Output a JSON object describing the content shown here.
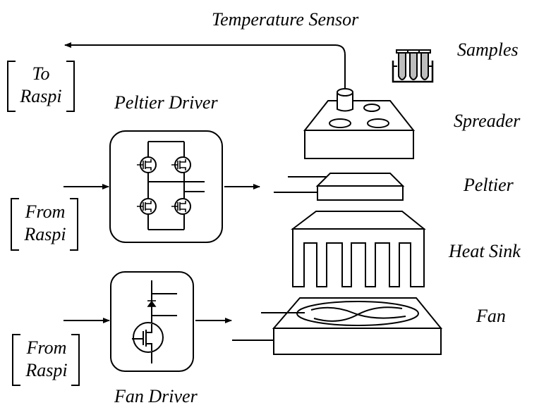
{
  "labels": {
    "temperature_sensor": "Temperature Sensor",
    "samples": "Samples",
    "to_raspi_line1": "To",
    "to_raspi_line2": "Raspi",
    "peltier_driver": "Peltier Driver",
    "spreader": "Spreader",
    "peltier": "Peltier",
    "from_raspi_1_line1": "From",
    "from_raspi_1_line2": "Raspi",
    "heat_sink": "Heat Sink",
    "fan": "Fan",
    "from_raspi_2_line1": "From",
    "from_raspi_2_line2": "Raspi",
    "fan_driver": "Fan Driver"
  },
  "colors": {
    "stroke": "#000000",
    "background": "#ffffff",
    "sample_fill": "#bdbdbd"
  },
  "icons": {
    "samples": "test-tubes-in-rack-icon",
    "sensor": "temperature-probe-icon",
    "peltier_switches": "mosfet-h-bridge-icon",
    "fan_switch": "mosfet-with-diode-icon",
    "fan_blades": "fan-blade-icon"
  }
}
